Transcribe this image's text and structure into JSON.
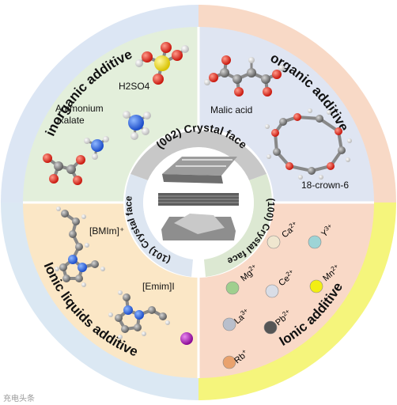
{
  "quadrants": {
    "inorganic": {
      "title": "inorganic additive",
      "bg": "#dce6f4",
      "inner": "#e3efdb"
    },
    "organic": {
      "title": "organic additive",
      "bg": "#f8d9c6",
      "inner": "#dfe5f2"
    },
    "ionic_liquids": {
      "title": "Ionic liquids additive",
      "bg": "#dbe8f3",
      "inner": "#fbe7c6"
    },
    "ionic": {
      "title": "Ionic additive",
      "bg": "#f5f57c",
      "inner": "#f9d9c7"
    }
  },
  "labels": {
    "h2so4": "H2SO4",
    "ammonium": "Ammonium",
    "oxalate": "oxalate",
    "malic": "Malic acid",
    "crown": "18-crown-6",
    "bmim": "[BMIm]⁺",
    "emim": "[Emim]I"
  },
  "center": {
    "face002": "(002) Crystal face",
    "face100": "(100) Crystal face",
    "face101": "(101) Crystal face"
  },
  "ions": [
    {
      "label": "Ca2+",
      "color": "#efe6cf"
    },
    {
      "label": "Y3+",
      "color": "#9ed4d6"
    },
    {
      "label": "Mg2+",
      "color": "#9fcf8e"
    },
    {
      "label": "Ce2+",
      "color": "#d9dde6"
    },
    {
      "label": "Mn2+",
      "color": "#f2ee14"
    },
    {
      "label": "La3+",
      "color": "#b9bfcc"
    },
    {
      "label": "Pb2+",
      "color": "#555555"
    },
    {
      "label": "Rb+",
      "color": "#e9a26d"
    }
  ],
  "watermark": "充电头条"
}
